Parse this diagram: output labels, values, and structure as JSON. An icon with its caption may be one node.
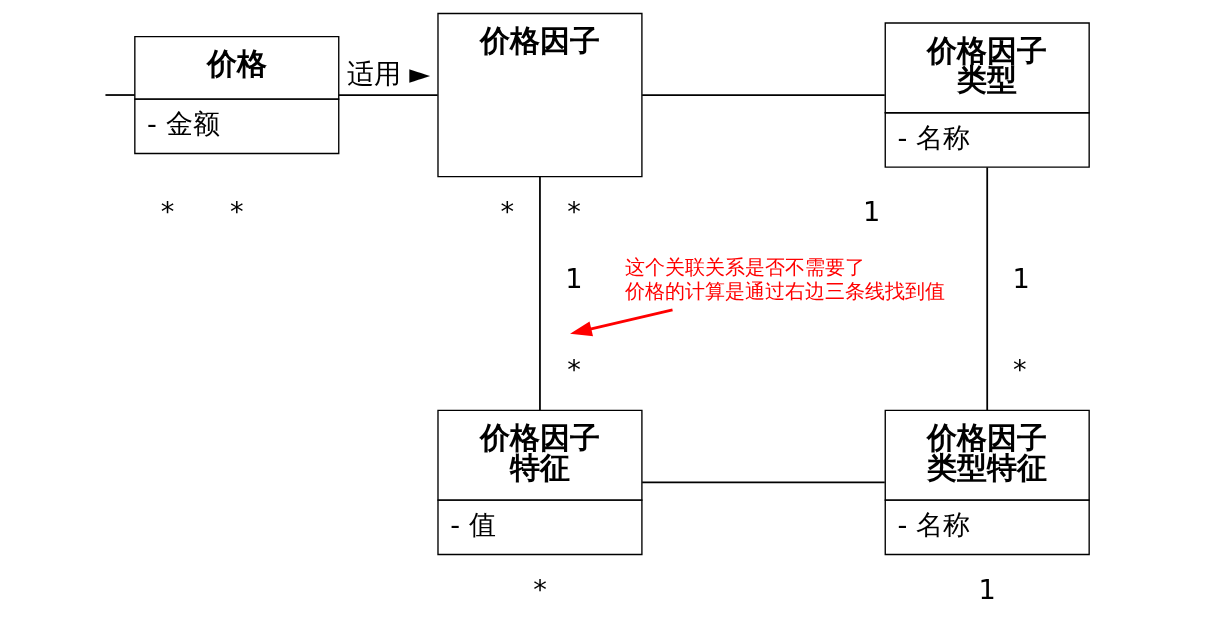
{
  "diagram": {
    "nodes": [
      {
        "text": [
          "价格",
          "- 金额"
        ]
      },
      {
        "text": [
          "价格因子"
        ]
      },
      {
        "text": [
          "价格因子类型",
          "- 名称"
        ]
      },
      {
        "text": [
          "这个关联关系是否不需要了",
          "价格的计算是通过右边三条线找到值"
        ]
      },
      {
        "text": [
          "价格因子特征",
          "- 值"
        ]
      },
      {
        "text": [
          "价格因子类型特征",
          "- 名称"
        ]
      }
    ],
    "edges": [
      {
        "from": null,
        "to": 0,
        "arrow": "none"
      },
      {
        "from": 0,
        "to": 1,
        "arrow": "none",
        "label": "适用 ►"
      },
      {
        "from": 1,
        "to": 2,
        "arrow": "none"
      },
      {
        "from": 1,
        "to": 4,
        "arrow": "none"
      },
      {
        "from": 2,
        "to": 5,
        "arrow": "none"
      },
      {
        "from": 4,
        "to": 5,
        "arrow": "none"
      },
      {
        "from": 3,
        "to": null,
        "arrow": "to",
        "color": "#ff0000"
      }
    ],
    "labels": [
      "*",
      "*",
      "*",
      "*",
      "1",
      "1",
      "1",
      "*",
      "*",
      "*",
      "1"
    ]
  }
}
